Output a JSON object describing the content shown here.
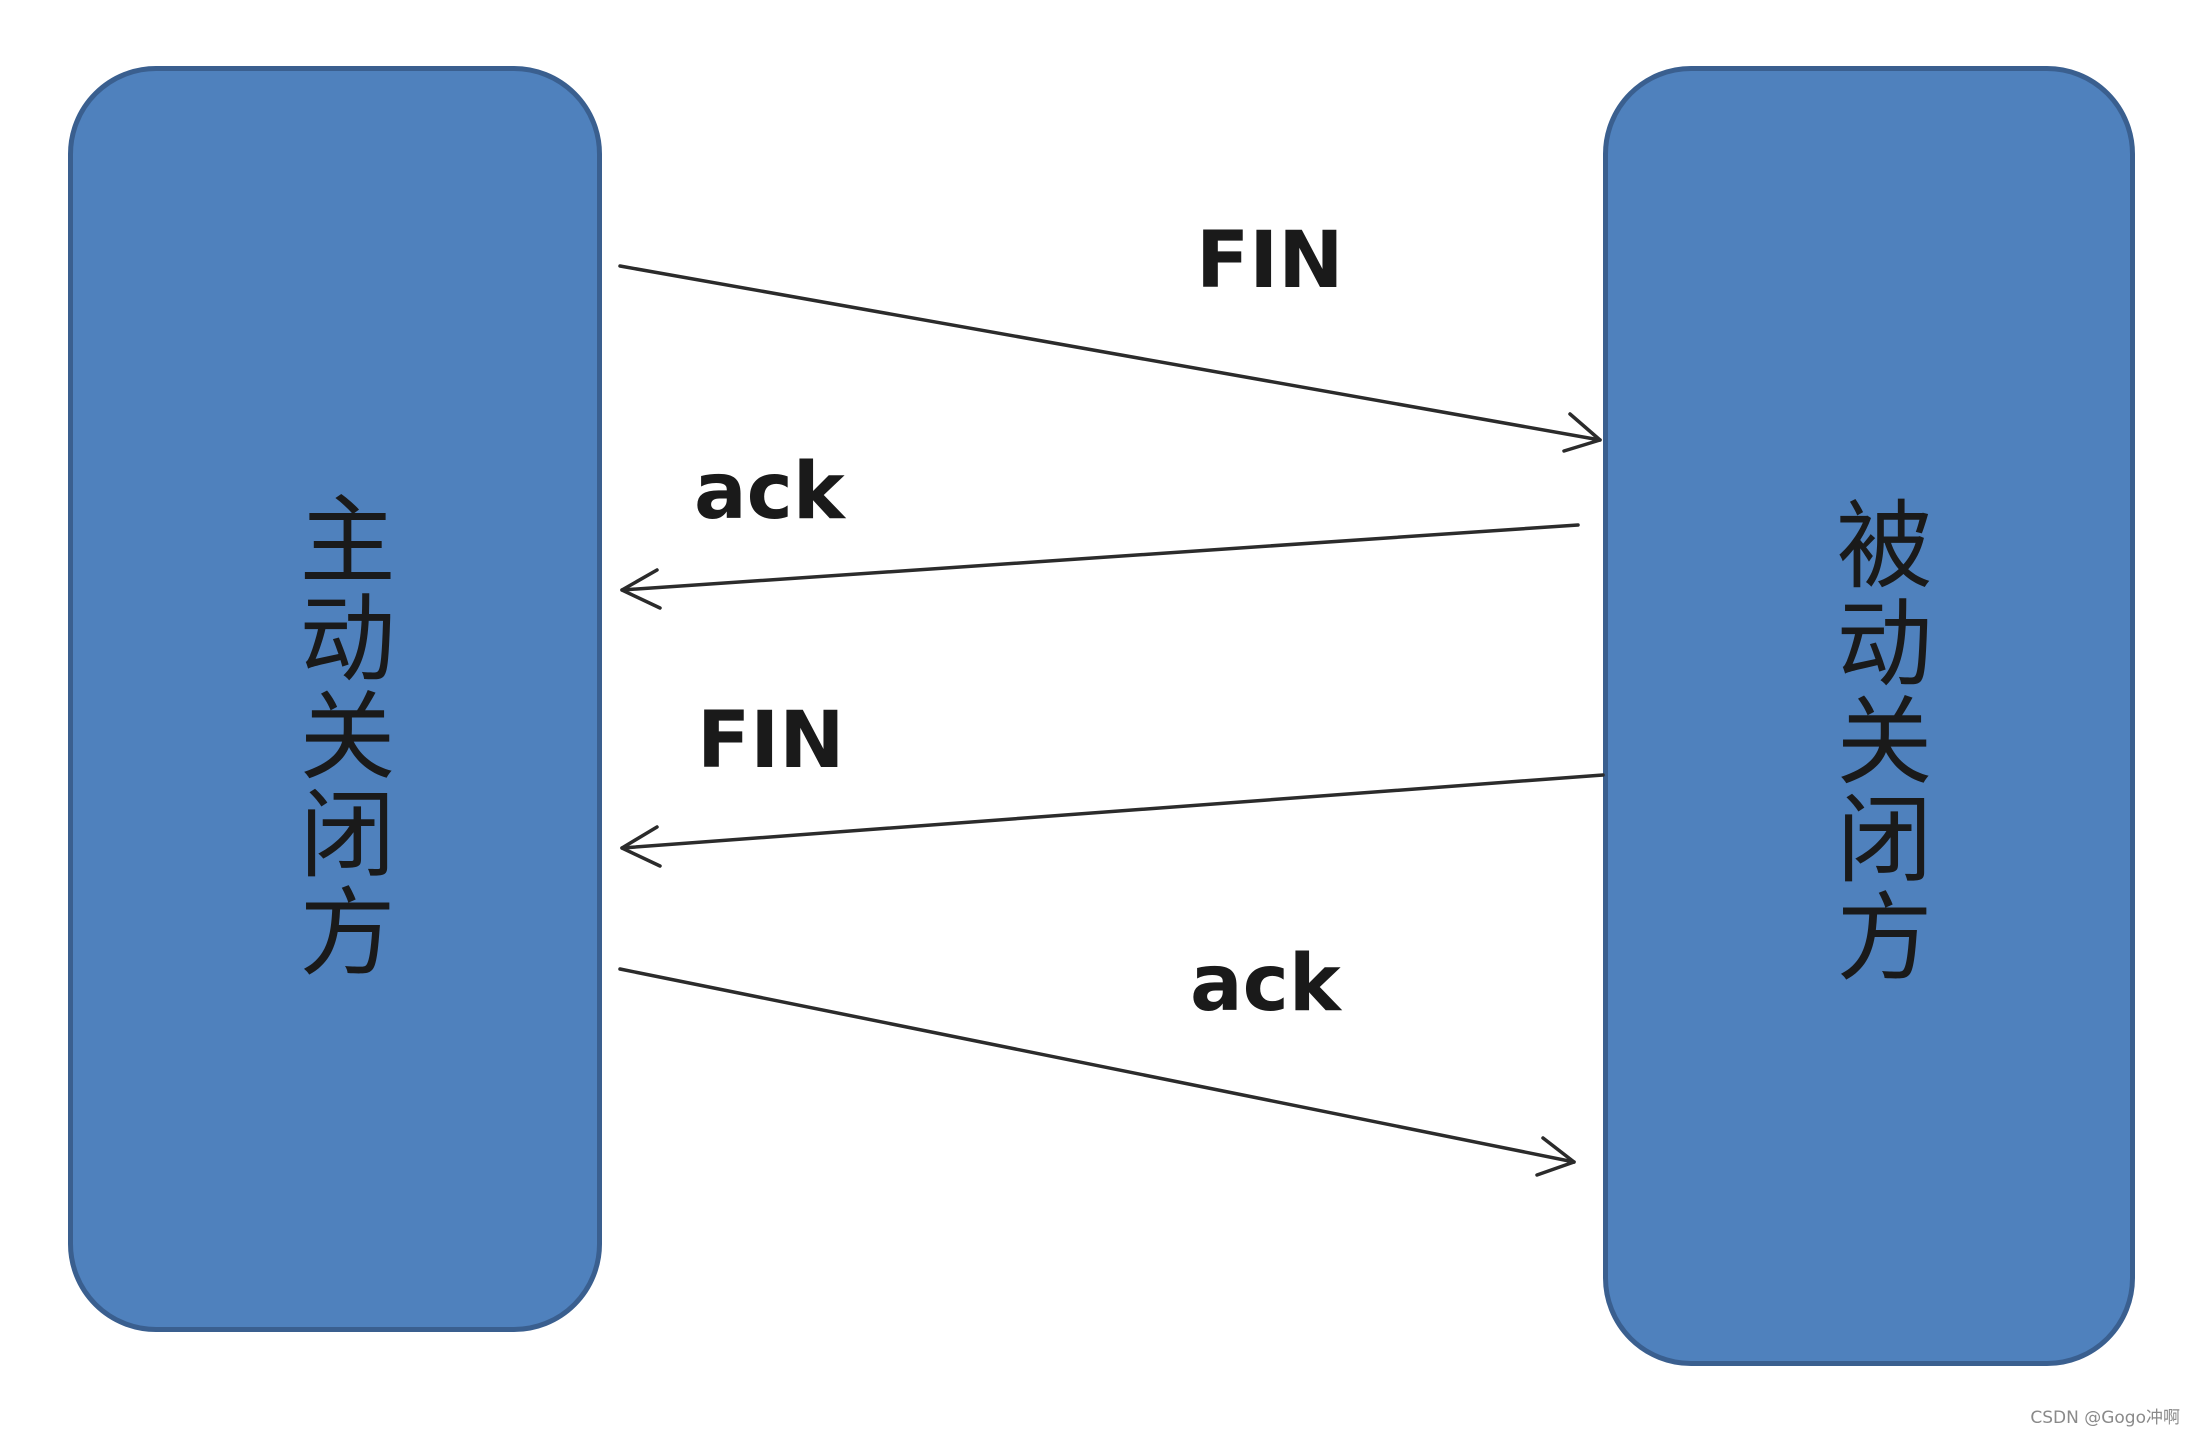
{
  "parties": {
    "left": {
      "label": "主动关闭方",
      "color": "#4f81bd"
    },
    "right": {
      "label": "被动关闭方",
      "color": "#4f81bd"
    }
  },
  "messages": [
    {
      "label": "FIN",
      "from": "left",
      "to": "right"
    },
    {
      "label": "ack",
      "from": "right",
      "to": "left"
    },
    {
      "label": "FIN",
      "from": "right",
      "to": "left"
    },
    {
      "label": "ack",
      "from": "left",
      "to": "right"
    }
  ],
  "watermark": "CSDN @Gogo冲啊"
}
